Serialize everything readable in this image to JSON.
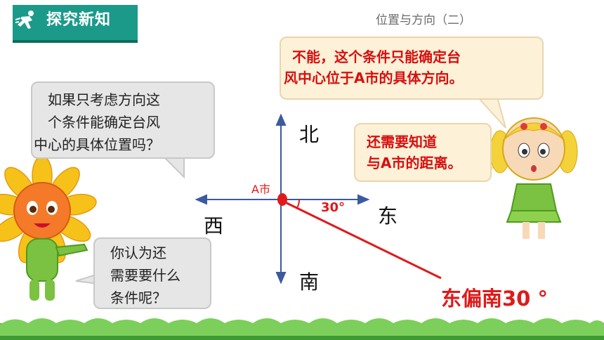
{
  "header": {
    "title": "探究新知",
    "icon": "running-person-icon",
    "color": "#1b9a8a"
  },
  "subtitle": "位置与方向（二）",
  "question_bubble": {
    "lines": [
      "如果只考虑方向这",
      "个条件能确定台风",
      "中心的具体位置吗？"
    ]
  },
  "followup_bubble": {
    "lines": [
      "你认为还",
      "需要要什么",
      "条件呢？"
    ]
  },
  "answer_bubble": {
    "lines": [
      "不能，这个条件只能确定台",
      "风中心位于A市的具体方向。"
    ]
  },
  "hint_bubble": {
    "lines": [
      "还需要知道",
      "与A市的距离。"
    ]
  },
  "compass": {
    "north": "北",
    "south": "南",
    "east": "东",
    "west": "西",
    "city": "A市",
    "angle": "30°",
    "result": "东偏南30 °",
    "accent": "#e01a1a"
  },
  "characters": [
    "sunflower-mascot",
    "girl-character"
  ]
}
